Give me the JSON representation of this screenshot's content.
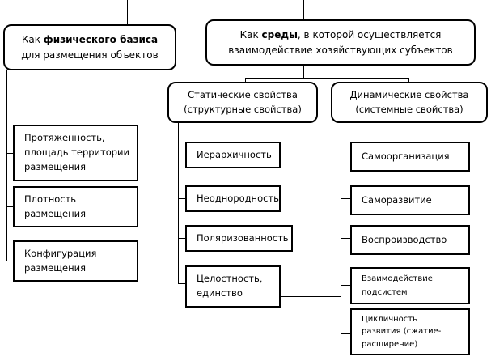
{
  "top_left": {
    "line1_prefix": "Как ",
    "line1_bold": "физического базиса",
    "line2": "для  размещения объектов"
  },
  "top_right": {
    "line1_prefix": "Как ",
    "line1_bold": "среды",
    "line1_suffix": ", в которой осуществляется",
    "line2": "взаимодействие хозяйствующих субъектов"
  },
  "static_header": {
    "line1": "Статические свойства",
    "line2": "(структурные свойства)"
  },
  "dynamic_header": {
    "line1": "Динамические свойства",
    "line2": "(системные свойства)"
  },
  "left_items": [
    {
      "lines": [
        "Протяженность,",
        "площадь территории",
        "размещения"
      ]
    },
    {
      "lines": [
        "Плотность",
        "размещения"
      ]
    },
    {
      "lines": [
        "Конфигурация",
        "размещения"
      ]
    }
  ],
  "static_items": [
    {
      "lines": [
        "Иерархичность"
      ]
    },
    {
      "lines": [
        "Неоднородность"
      ]
    },
    {
      "lines": [
        "Поляризованность"
      ]
    },
    {
      "lines": [
        "Целостность,",
        "единство"
      ]
    }
  ],
  "dynamic_items": [
    {
      "lines": [
        "Самоорганизация"
      ]
    },
    {
      "lines": [
        "Саморазвитие"
      ]
    },
    {
      "lines": [
        "Воспроизводство"
      ]
    },
    {
      "lines": [
        "Взаимодействие",
        "подсистем"
      ]
    },
    {
      "lines": [
        "Цикличность",
        "развития (сжатие-",
        "расширение)"
      ]
    }
  ]
}
